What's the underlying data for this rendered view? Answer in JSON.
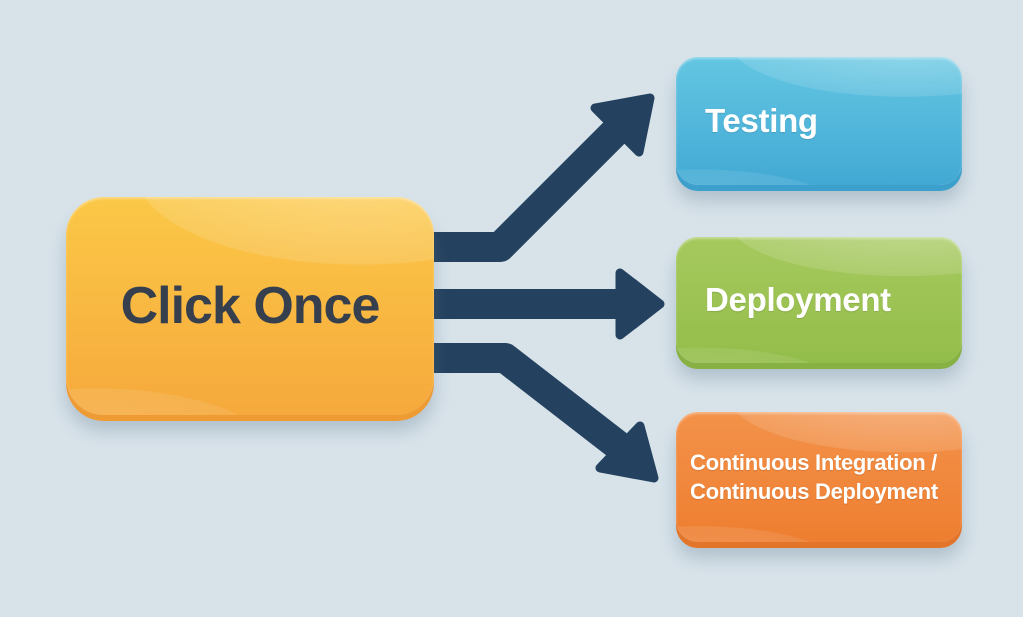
{
  "diagram": {
    "background_color": "#d7e2e9",
    "arrow_color": "#24425f",
    "source": {
      "id": "click-once",
      "label": "Click Once",
      "text_color": "#363f4d",
      "colors": {
        "top": "#fbc847",
        "bottom": "#f6a93c",
        "edge": "#ef9b33"
      }
    },
    "targets": [
      {
        "id": "testing",
        "label": "Testing",
        "text_color": "#ffffff",
        "colors": {
          "top": "#63c6e2",
          "bottom": "#42a9d4",
          "edge": "#3da0cc"
        }
      },
      {
        "id": "deployment",
        "label": "Deployment",
        "text_color": "#ffffff",
        "colors": {
          "top": "#a6c95e",
          "bottom": "#93bd4a",
          "edge": "#87b143"
        }
      },
      {
        "id": "cicd",
        "label_lines": {
          "0": "Continuous Integration /",
          "1": "Continuous Deployment"
        },
        "text_color": "#ffffff",
        "colors": {
          "top": "#f3924a",
          "bottom": "#ee7e30",
          "edge": "#e2752a"
        }
      }
    ],
    "connections": [
      {
        "from": "click-once",
        "to": "testing"
      },
      {
        "from": "click-once",
        "to": "deployment"
      },
      {
        "from": "click-once",
        "to": "cicd"
      }
    ]
  }
}
